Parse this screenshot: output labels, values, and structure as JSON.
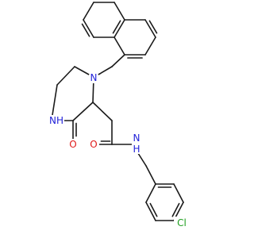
{
  "molecule": {
    "atoms": {
      "n_amine": "N",
      "nh_lactam": "NH",
      "o_lactam": "O",
      "nh_amide": "NH",
      "n_amide": "N",
      "h_amide": "H",
      "o_amide": "O",
      "cl": "Cl"
    },
    "colors": {
      "bond": "#1a1a1a",
      "nitrogen": "#1f1fd8",
      "oxygen": "#e01a1a",
      "chlorine": "#1e9e1e",
      "background": "#ffffff"
    }
  }
}
